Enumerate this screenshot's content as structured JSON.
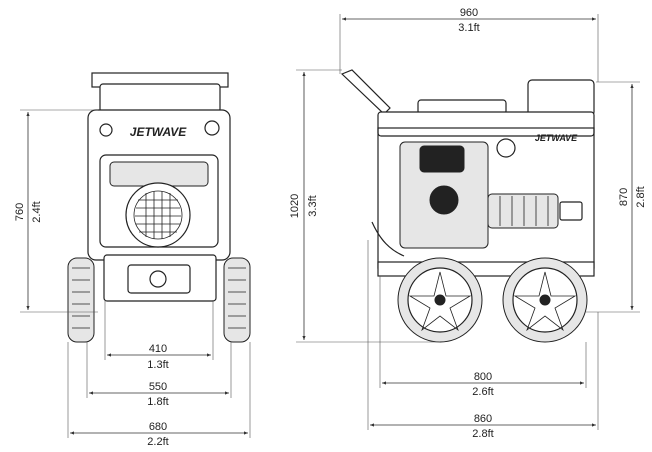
{
  "front_view": {
    "brand_label": "JETWAVE",
    "dimensions": {
      "height_mm": "760",
      "height_ft": "2.4ft",
      "width_inner_mm": "410",
      "width_inner_ft": "1.3ft",
      "width_mid_mm": "550",
      "width_mid_ft": "1.8ft",
      "width_outer_mm": "680",
      "width_outer_ft": "2.2ft"
    }
  },
  "side_view": {
    "brand_label": "JETWAVE",
    "dimensions": {
      "top_width_mm": "960",
      "top_width_ft": "3.1ft",
      "height_total_mm": "1020",
      "height_total_ft": "3.3ft",
      "height_frame_mm": "870",
      "height_frame_ft": "2.8ft",
      "wheelbase_mm": "800",
      "wheelbase_ft": "2.6ft",
      "length_mm": "860",
      "length_ft": "2.8ft"
    }
  }
}
